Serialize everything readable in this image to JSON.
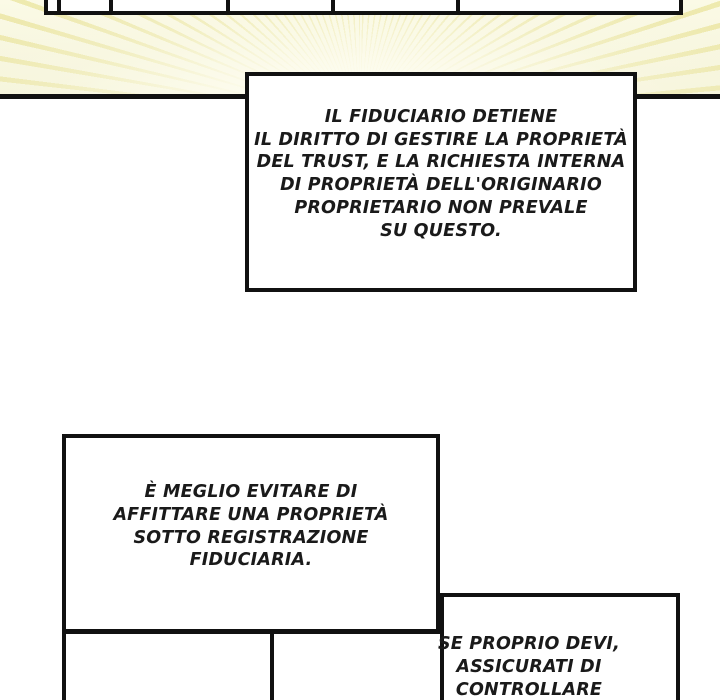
{
  "page": {
    "type": "webtoon-comic-page",
    "language": "Italian",
    "background_color": "#ffffff",
    "ink_color": "#111111",
    "light_color": "#f8f7e3"
  },
  "top_panel": {
    "name": "light-rays-panel",
    "description": "pale yellow radiating light rays background",
    "table": {
      "name": "cut-off-table",
      "visible_rows": 1,
      "cells": [
        "",
        "",
        "",
        "",
        "",
        ""
      ],
      "divider_positions": [
        53,
        105,
        222,
        327,
        452
      ]
    }
  },
  "captions": [
    {
      "id": "caption-1",
      "text": "IL FIDUCIARIO DETIENE\nIL DIRITTO DI GESTIRE LA PROPRIETÀ\nDEL TRUST, E LA RICHIESTA INTERNA\nDI PROPRIETÀ DELL'ORIGINARIO\nPROPRIETARIO NON PREVALE\nSU QUESTO."
    },
    {
      "id": "caption-2",
      "text": "È MEGLIO EVITARE  DI\nAFFITTARE UNA PROPRIETÀ\nSOTTO REGISTRAZIONE\nFIDUCIARIA."
    },
    {
      "id": "caption-3",
      "text": "SE PROPRIO DEVI,\nASSICURATI DI CONTROLLARE\nATTENTAMENTE L'ATTO DEL"
    }
  ]
}
